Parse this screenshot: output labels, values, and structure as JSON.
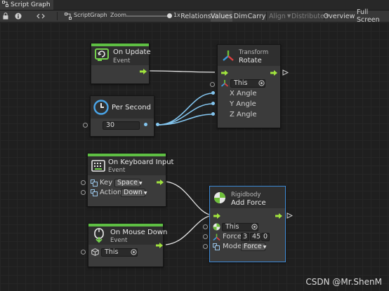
{
  "window": {
    "tab_title": "Script Graph"
  },
  "toolbar": {
    "breadcrumb": "ScriptGraph",
    "zoom_label": "Zoom",
    "zoom_value": "1x",
    "zoom_level": 1.0,
    "buttons": {
      "relations": "Relations",
      "values": "Values",
      "dim": "Dim",
      "carry": "Carry",
      "align": "Align",
      "distribute": "Distribute",
      "overview": "Overview",
      "fullscreen": "Full Screen"
    }
  },
  "nodes": {
    "on_update": {
      "title": "On Update",
      "subtitle": "Event"
    },
    "rotate": {
      "category": "Transform",
      "title": "Rotate",
      "target_value": "This",
      "ports": {
        "x": "X Angle",
        "y": "Y Angle",
        "z": "Z Angle"
      }
    },
    "per_second": {
      "title": "Per Second",
      "value": "30"
    },
    "on_keyboard_input": {
      "title": "On Keyboard Input",
      "subtitle": "Event",
      "key_label": "Key",
      "key_value": "Space",
      "action_label": "Action",
      "action_value": "Down"
    },
    "on_mouse_down": {
      "title": "On Mouse Down",
      "subtitle": "Event",
      "target_value": "This"
    },
    "add_force": {
      "category": "Rigidbody",
      "title": "Add Force",
      "target_value": "This",
      "force_label": "Force",
      "force_x": "3",
      "force_y": "45",
      "force_z": "0",
      "mode_label": "Mode",
      "mode_value": "Force"
    }
  },
  "watermark": "CSDN @Mr.ShenM",
  "colors": {
    "event_green": "#5ebf43",
    "flow_arrow": "#a0e33e",
    "value_connection": "#84c6f0",
    "selection_border": "#3d8ad6"
  }
}
